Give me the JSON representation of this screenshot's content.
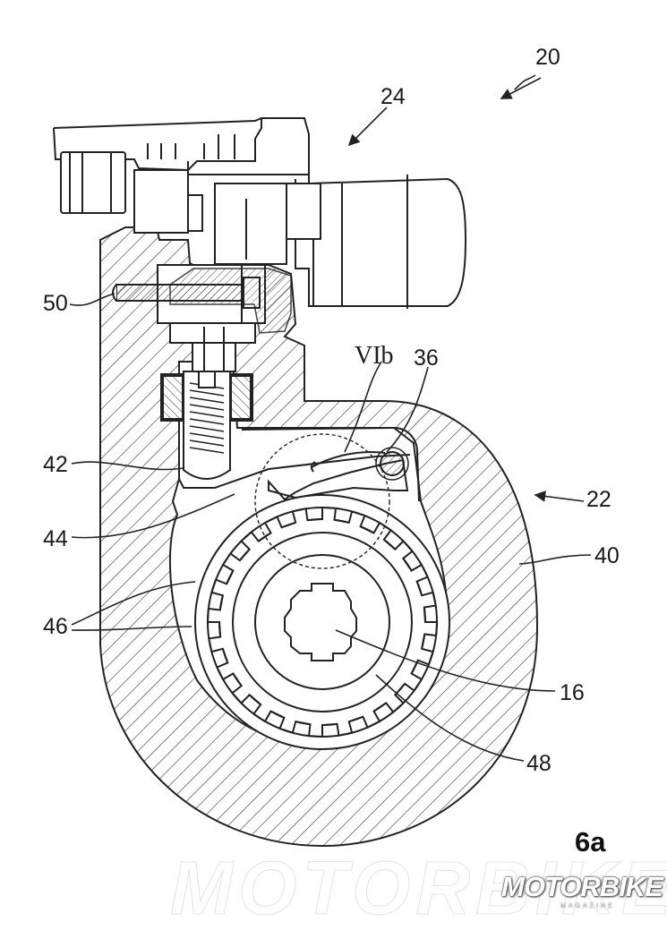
{
  "labels": {
    "l20": "20",
    "l24": "24",
    "l50": "50",
    "lVIb": "VIb",
    "l36": "36",
    "l42": "42",
    "l22": "22",
    "l44": "44",
    "l40": "40",
    "l46": "46",
    "l16": "16",
    "l48": "48"
  },
  "figure_number": "6a",
  "watermark": {
    "brand": "MOTORBIKE",
    "sub": "MAGAZINE"
  }
}
